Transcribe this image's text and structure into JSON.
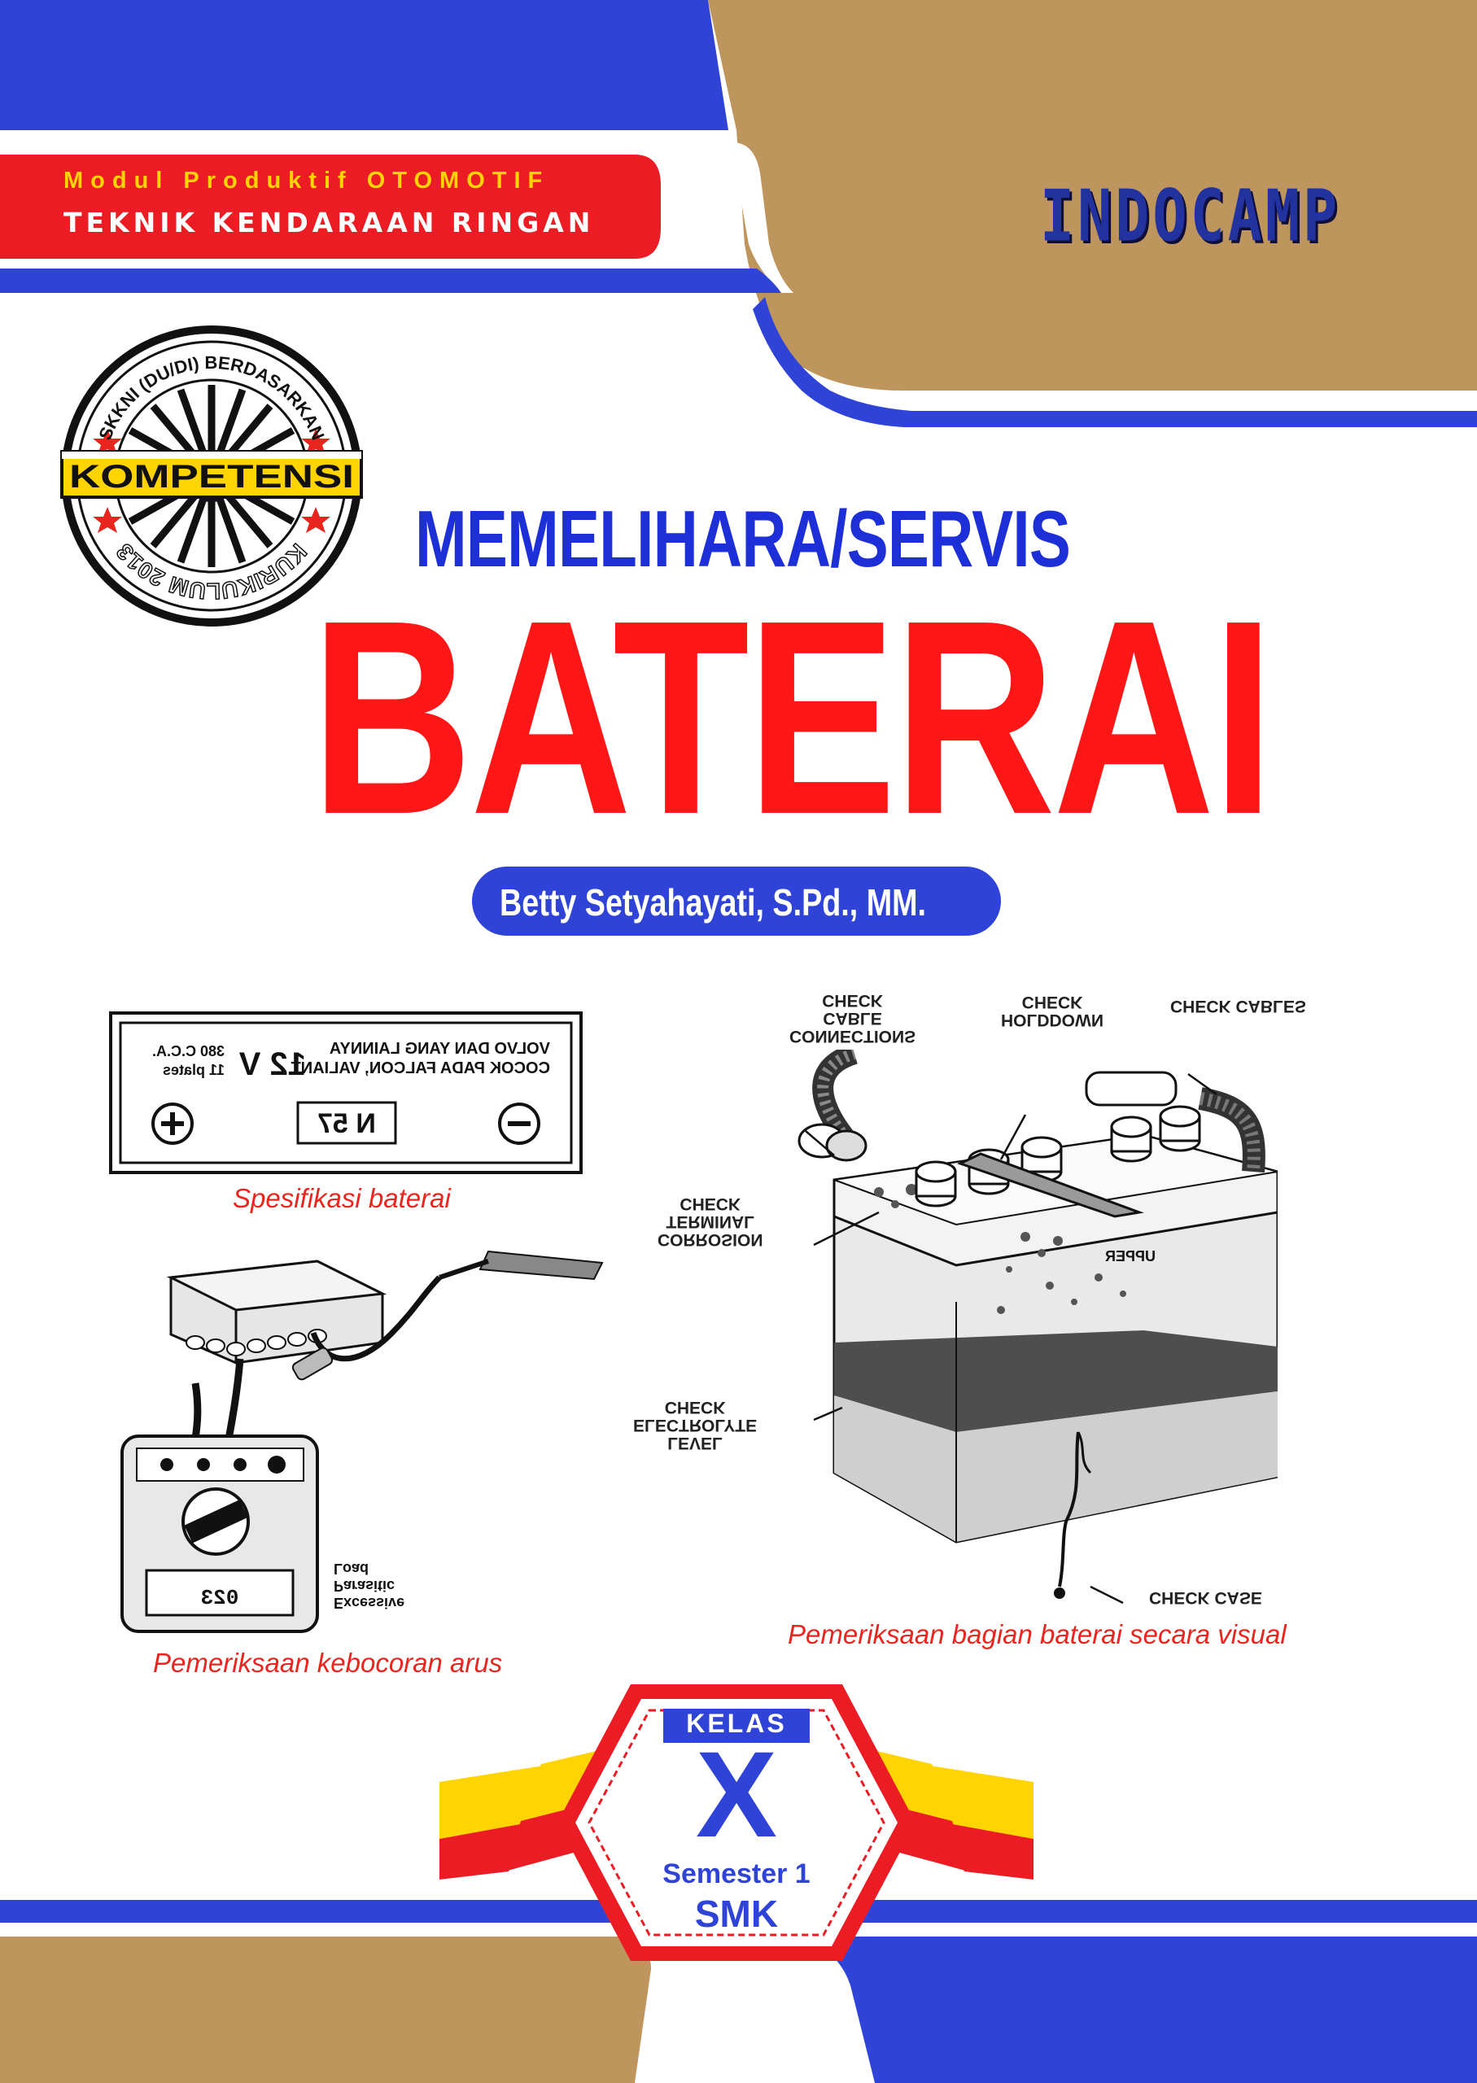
{
  "header": {
    "series": "Modul Produktif OTOMOTIF",
    "program": "TEKNIK KENDARAAN RINGAN",
    "publisher": "INDOCAMP"
  },
  "seal": {
    "top_text": "SKKNI (DU/DI) BERDASARKAN",
    "band_text": "KOMPETENSI",
    "bottom_text": "KURIKULUM 2013"
  },
  "title": {
    "subtitle": "MEMELIHARA/SERVIS",
    "main": "BATERAI"
  },
  "author": "Betty Setyahayati, S.Pd., MM.",
  "figures": {
    "spec": {
      "caption": "Spesifikasi baterai",
      "label_line1": "VOLVO DAN YANG LAINNYA",
      "label_line2": "COCOK PADA FALCON, VALIANT",
      "voltage": "12 V",
      "cca": "380 C.C.A.",
      "plates": "11 plates",
      "model": "N 57"
    },
    "leak": {
      "caption": "Pemeriksaan kebocoran arus",
      "meter_reading": "023",
      "legend": [
        "Load",
        "Parasitic",
        "Excessive"
      ]
    },
    "visual": {
      "caption": "Pemeriksaan bagian baterai secara visual",
      "labels": {
        "cable_connections": [
          "CHECK",
          "CABLE",
          "CONNECTIONS"
        ],
        "holddown": [
          "CHECK",
          "HOLDDOWN"
        ],
        "cables": [
          "CHECK CABLES"
        ],
        "terminal_corrosion": [
          "CHECK",
          "TERMINAL",
          "CORROSION"
        ],
        "electrolyte_level": [
          "CHECK",
          "ELECTROLYTE",
          "LEVEL"
        ],
        "case": [
          "CHECK CASE"
        ],
        "upper": "UPPER"
      }
    }
  },
  "badge": {
    "kelas": "KELAS",
    "grade": "X",
    "semester": "Semester 1",
    "school": "SMK"
  },
  "colors": {
    "blue": "#2f44d6",
    "tan": "#be955c",
    "red": "#ff1616",
    "yellow": "#ffd400"
  }
}
